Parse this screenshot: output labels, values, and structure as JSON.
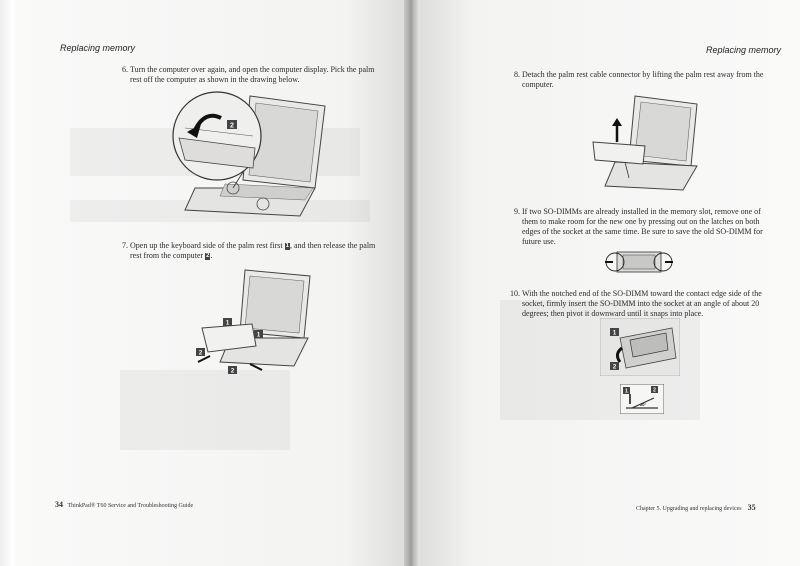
{
  "left_page": {
    "header": "Replacing memory",
    "step6": {
      "number": "6.",
      "text": "Turn the computer over again, and open the computer display. Pick the palm rest off the computer as shown in the drawing below."
    },
    "step7": {
      "number": "7.",
      "text_a": "Open up the keyboard side of the palm rest first",
      "callout_a": "1",
      "text_b": ", and then release the palm rest from the computer",
      "callout_b": "2",
      "text_c": "."
    },
    "figure1_callouts": [
      "2"
    ],
    "figure2_callouts": [
      "1",
      "1",
      "2",
      "2"
    ],
    "footer": {
      "page_number": "34",
      "title": "ThinkPad® T60 Service and Troubleshooting Guide"
    }
  },
  "right_page": {
    "header": "Replacing memory",
    "step8": {
      "number": "8.",
      "text": "Detach the palm rest cable connector by lifting the palm rest away from the computer."
    },
    "step9": {
      "number": "9.",
      "text": "If two SO-DIMMs are already installed in the memory slot, remove one of them to make room for the new one by pressing out on the latches on both edges of the socket at the same time. Be sure to save the old SO-DIMM for future use."
    },
    "step10": {
      "number": "10.",
      "text": "With the notched end of the SO-DIMM toward the contact edge side of the socket, firmly insert the SO-DIMM into the socket at an angle of about 20 degrees; then pivot it downward until it snaps into place."
    },
    "figure5_callouts": [
      "1",
      "2"
    ],
    "figure6_callouts": [
      "1",
      "2"
    ],
    "figure6_angle": "20°",
    "footer": {
      "chapter": "Chapter 5. Upgrading and replacing devices",
      "page_number": "35"
    }
  }
}
